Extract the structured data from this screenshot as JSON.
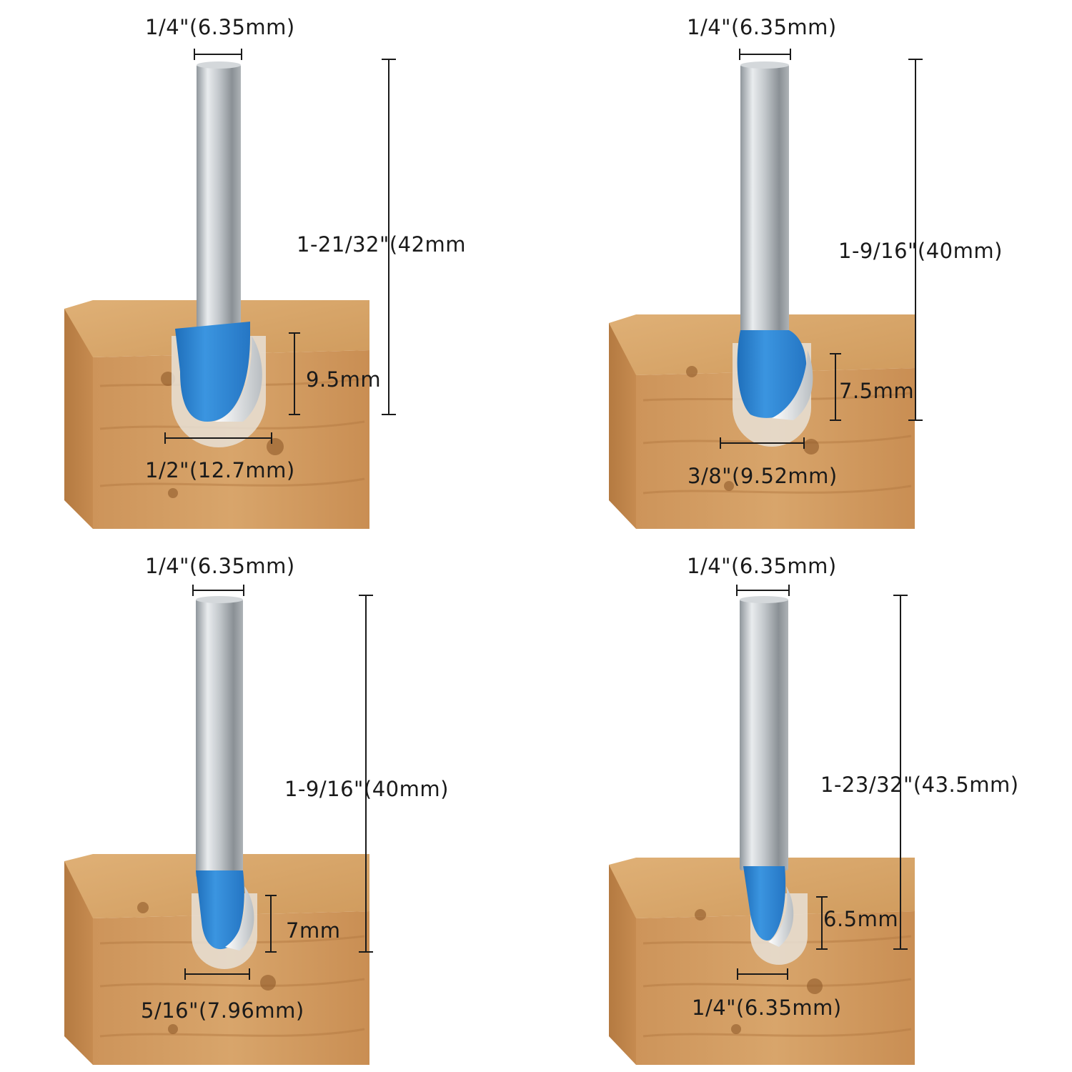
{
  "colors": {
    "wood_light": "#d9a86c",
    "wood_mid": "#c68c4e",
    "wood_dark": "#a86f38",
    "shank": "#c8ccd0",
    "cutter_blue": "#2f86d3",
    "carbide": "#dfe3e6",
    "dim_line": "#1a1a1a"
  },
  "bits": [
    {
      "shank_label": "1/4\"(6.35mm)",
      "length_label": "1-21/32\"(42mm",
      "height_label": "9.5mm",
      "diameter_label": "1/2\"(12.7mm)"
    },
    {
      "shank_label": "1/4\"(6.35mm)",
      "length_label": "1-9/16\"(40mm)",
      "height_label": "7.5mm",
      "diameter_label": "3/8\"(9.52mm)"
    },
    {
      "shank_label": "1/4\"(6.35mm)",
      "length_label": "1-9/16\"(40mm)",
      "height_label": "7mm",
      "diameter_label": "5/16\"(7.96mm)"
    },
    {
      "shank_label": "1/4\"(6.35mm)",
      "length_label": "1-23/32\"(43.5mm)",
      "height_label": "6.5mm",
      "diameter_label": "1/4\"(6.35mm)"
    }
  ]
}
